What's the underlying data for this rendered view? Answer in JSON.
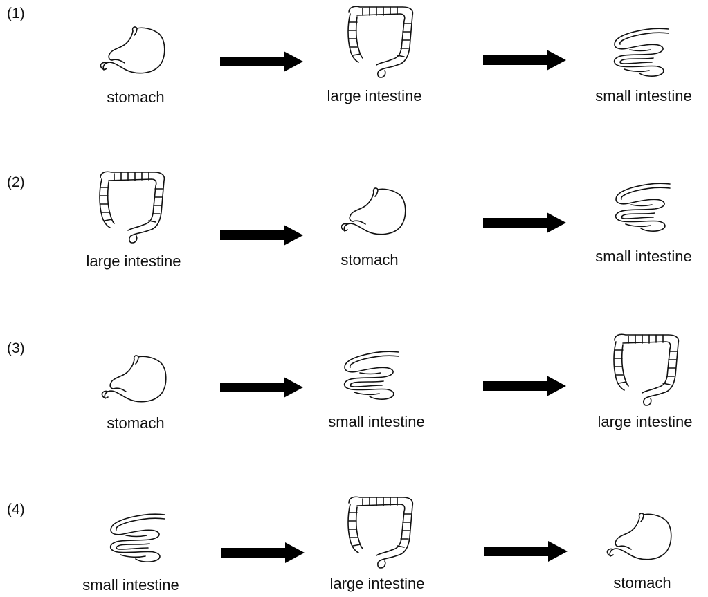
{
  "rows": [
    {
      "number": "(1)",
      "items": [
        {
          "organ": "stomach",
          "label": "stomach"
        },
        {
          "organ": "large-intestine",
          "label": "large intestine"
        },
        {
          "organ": "small-intestine",
          "label": "small intestine"
        }
      ]
    },
    {
      "number": "(2)",
      "items": [
        {
          "organ": "large-intestine",
          "label": "large intestine"
        },
        {
          "organ": "stomach",
          "label": "stomach"
        },
        {
          "organ": "small-intestine",
          "label": "small intestine"
        }
      ]
    },
    {
      "number": "(3)",
      "items": [
        {
          "organ": "stomach",
          "label": "stomach"
        },
        {
          "organ": "small-intestine",
          "label": "small intestine"
        },
        {
          "organ": "large-intestine",
          "label": "large intestine"
        }
      ]
    },
    {
      "number": "(4)",
      "items": [
        {
          "organ": "small-intestine",
          "label": "small intestine"
        },
        {
          "organ": "large-intestine",
          "label": "large intestine"
        },
        {
          "organ": "stomach",
          "label": "stomach"
        }
      ]
    }
  ]
}
